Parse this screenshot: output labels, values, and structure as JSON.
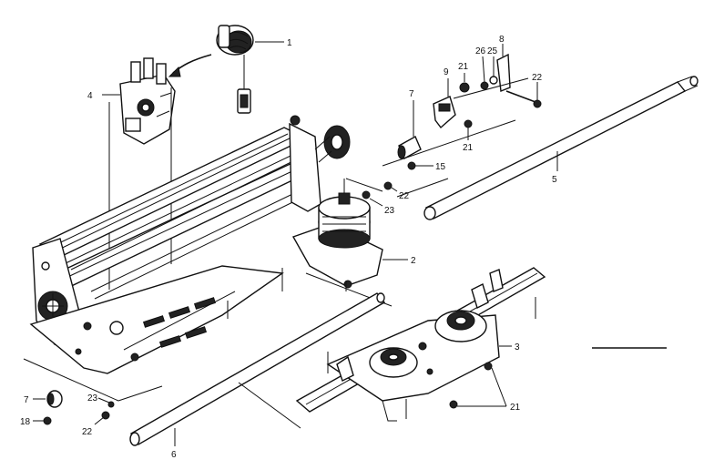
{
  "callouts": [
    {
      "id": "c1",
      "text": "1"
    },
    {
      "id": "c4",
      "text": "4"
    },
    {
      "id": "c9",
      "text": "9"
    },
    {
      "id": "c21a",
      "text": "21"
    },
    {
      "id": "c26",
      "text": "26"
    },
    {
      "id": "c25",
      "text": "25"
    },
    {
      "id": "c8",
      "text": "8"
    },
    {
      "id": "c22a",
      "text": "22"
    },
    {
      "id": "c7a",
      "text": "7"
    },
    {
      "id": "c21b",
      "text": "21"
    },
    {
      "id": "c15",
      "text": "15"
    },
    {
      "id": "c5",
      "text": "5"
    },
    {
      "id": "c22b",
      "text": "22"
    },
    {
      "id": "c23a",
      "text": "23"
    },
    {
      "id": "c2",
      "text": "2"
    },
    {
      "id": "c3",
      "text": "3"
    },
    {
      "id": "c21c",
      "text": "21"
    },
    {
      "id": "c7b",
      "text": "7"
    },
    {
      "id": "c18",
      "text": "18"
    },
    {
      "id": "c23b",
      "text": "23"
    },
    {
      "id": "c22c",
      "text": "22"
    },
    {
      "id": "c6",
      "text": "6"
    }
  ]
}
